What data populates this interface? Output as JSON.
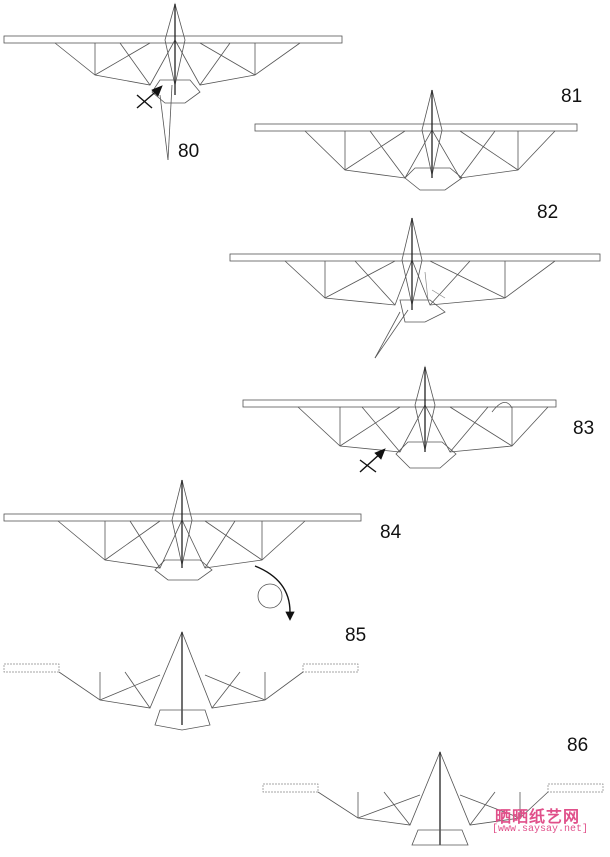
{
  "steps": [
    {
      "id": "80",
      "label": "80"
    },
    {
      "id": "81",
      "label": "81"
    },
    {
      "id": "82",
      "label": "82"
    },
    {
      "id": "83",
      "label": "83"
    },
    {
      "id": "84",
      "label": "84"
    },
    {
      "id": "85",
      "label": "85"
    },
    {
      "id": "86",
      "label": "86"
    }
  ],
  "watermark": {
    "site_name": "晒晒纸艺网",
    "url": "[www.saysay.net]"
  },
  "icons": [
    "valley-fold-arrow",
    "push-arrow",
    "turn-over-arrow"
  ]
}
